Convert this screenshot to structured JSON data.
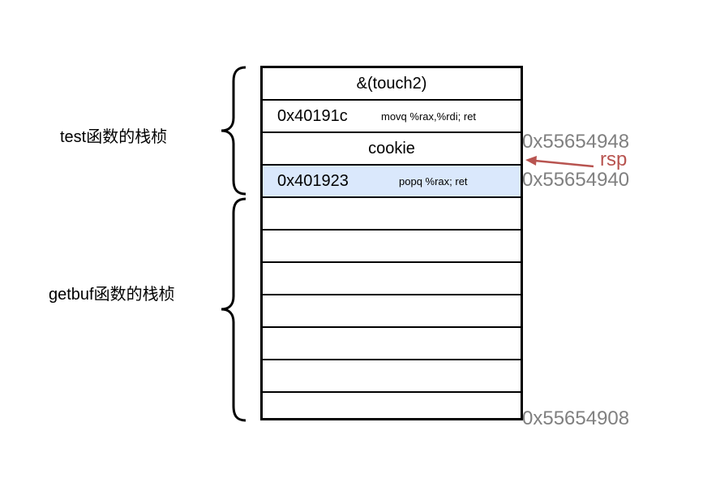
{
  "frames": {
    "test_label": "test函数的栈桢",
    "getbuf_label": "getbuf函数的栈桢"
  },
  "stack_cells": [
    {
      "main": "&(touch2)",
      "addr": "",
      "note": "",
      "highlight": false
    },
    {
      "main": "",
      "addr": "0x40191c",
      "note": "movq %rax,%rdi; ret",
      "highlight": false
    },
    {
      "main": "cookie",
      "addr": "",
      "note": "",
      "highlight": false
    },
    {
      "main": "",
      "addr": "0x401923",
      "note": "popq %rax; ret",
      "highlight": true
    },
    {
      "main": "",
      "addr": "",
      "note": "",
      "highlight": false
    },
    {
      "main": "",
      "addr": "",
      "note": "",
      "highlight": false
    },
    {
      "main": "",
      "addr": "",
      "note": "",
      "highlight": false
    },
    {
      "main": "",
      "addr": "",
      "note": "",
      "highlight": false
    },
    {
      "main": "",
      "addr": "",
      "note": "",
      "highlight": false
    },
    {
      "main": "",
      "addr": "",
      "note": "",
      "highlight": false
    },
    {
      "main": "",
      "addr": "",
      "note": "",
      "highlight": false
    }
  ],
  "addresses": {
    "addr_948": "0x55654948",
    "addr_940": "0x55654940",
    "addr_908": "0x55654908"
  },
  "pointer": {
    "label": "rsp"
  },
  "colors": {
    "highlight_fill": "#dae8fc",
    "address_text": "#808080",
    "rsp_arrow": "#b85450"
  }
}
